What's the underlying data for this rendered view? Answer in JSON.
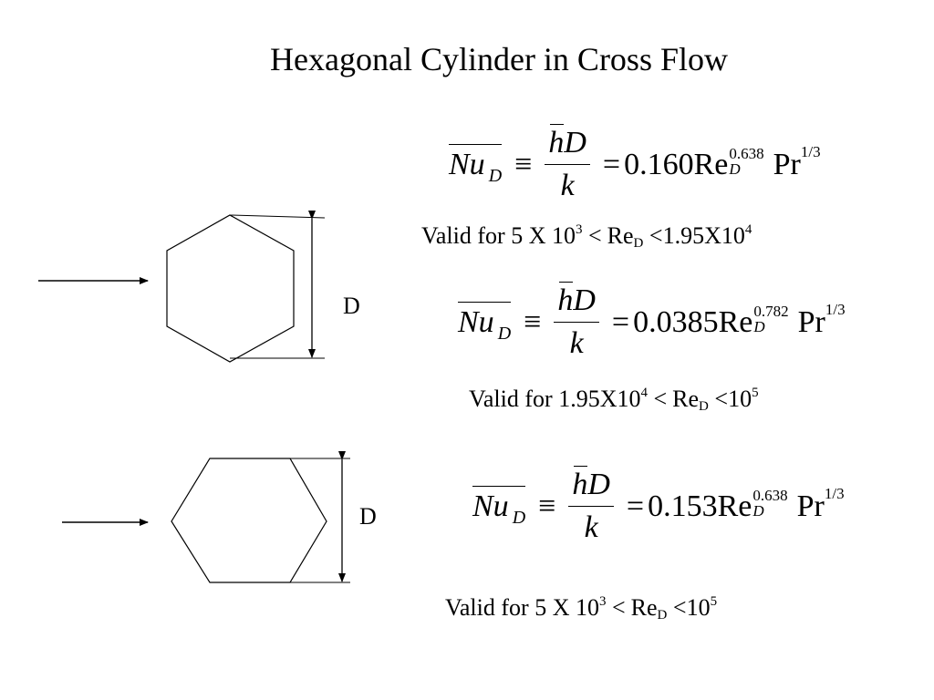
{
  "title": "Hexagonal Cylinder in Cross Flow",
  "correlations": [
    {
      "lhs": "Nu",
      "lhs_sub": "D",
      "op": "≡",
      "num_h": "h",
      "num_rest": "D",
      "den": "k",
      "eq": "=",
      "coef": "0.160",
      "re": "Re",
      "re_exp": "0.638",
      "re_sub": "D",
      "pr": "Pr",
      "pr_exp": "1/3",
      "valid_prefix": "Valid for 5 X 10",
      "valid_exp1": "3",
      "valid_lt1": "<",
      "valid_re": "Re",
      "valid_re_sub": "D",
      "valid_lt2": "<",
      "valid_upper": "1.95X10",
      "valid_exp2": "4"
    },
    {
      "lhs": "Nu",
      "lhs_sub": "D",
      "op": "≡",
      "num_h": "h",
      "num_rest": "D",
      "den": "k",
      "eq": "=",
      "coef": "0.0385",
      "re": "Re",
      "re_exp": "0.782",
      "re_sub": "D",
      "pr": "Pr",
      "pr_exp": "1/3",
      "valid_prefix": "Valid for 1.95X10",
      "valid_exp1": "4",
      "valid_lt1": "<",
      "valid_re": "Re",
      "valid_re_sub": "D",
      "valid_lt2": "<",
      "valid_upper": "10",
      "valid_exp2": "5"
    },
    {
      "lhs": "Nu",
      "lhs_sub": "D",
      "op": "≡",
      "num_h": "h",
      "num_rest": "D",
      "den": "k",
      "eq": "=",
      "coef": "0.153",
      "re": "Re",
      "re_exp": "0.638",
      "re_sub": "D",
      "pr": "Pr",
      "pr_exp": "1/3",
      "valid_prefix": "Valid for 5 X 10",
      "valid_exp1": "3",
      "valid_lt1": "<",
      "valid_re": "Re",
      "valid_re_sub": "D",
      "valid_lt2": "<",
      "valid_upper": "10",
      "valid_exp2": "5"
    }
  ],
  "figures": {
    "top_dimension_label": "D",
    "bottom_dimension_label": "D"
  }
}
